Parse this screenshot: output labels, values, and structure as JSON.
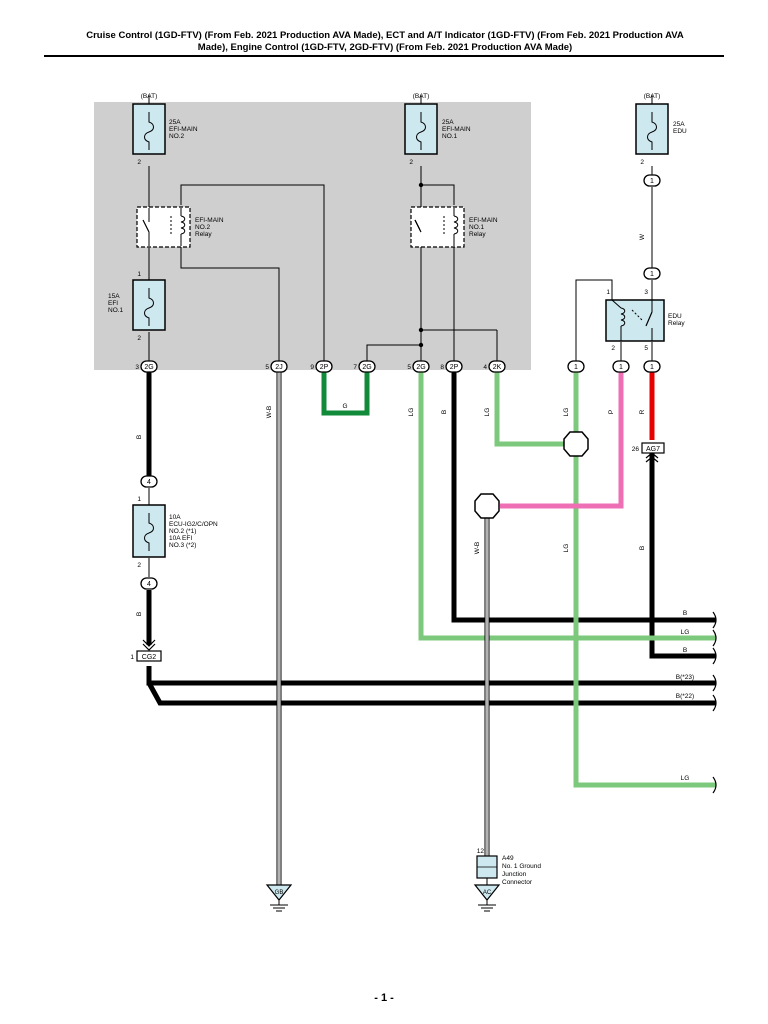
{
  "header": {
    "title_line1": "Cruise Control (1GD-FTV) (From Feb. 2021 Production AVA Made), ECT and A/T Indicator (1GD-FTV) (From Feb. 2021 Production AVA",
    "title_line2": "Made), Engine Control (1GD-FTV, 2GD-FTV) (From Feb. 2021 Production AVA Made)"
  },
  "footer": {
    "page": "- 1 -"
  },
  "colors": {
    "relay_block": "#cfcfcf",
    "fuse_fill": "#cde8ef",
    "wire_black": "#000000",
    "wire_green": "#118a3a",
    "wire_light_green": "#7cc87c",
    "wire_pink": "#ee6fb4",
    "wire_red": "#e60000",
    "wire_white_black": "#ffffff"
  },
  "fuses": {
    "efi_main2": {
      "bat": "(BAT)",
      "rating": "25A",
      "name1": "EFI-MAIN",
      "name2": "NO.2",
      "pin": "2"
    },
    "efi_main1": {
      "bat": "(BAT)",
      "rating": "25A",
      "name1": "EFI-MAIN",
      "name2": "NO.1",
      "pin": "2"
    },
    "edu": {
      "bat": "(BAT)",
      "rating": "25A",
      "name1": "EDU",
      "pin": "2"
    },
    "efi1": {
      "rating": "15A",
      "name1": "EFI",
      "name2": "NO.1",
      "pin_top": "1",
      "pin_bottom": "2"
    },
    "ecu_ig2": {
      "rating": "10A",
      "name1": "ECU-IG2/C/OPN",
      "name2": "NO.2 (*1)",
      "name3": "10A EFI",
      "name4": "NO.3 (*2)",
      "pin_top": "1",
      "pin_bottom": "2"
    }
  },
  "relays": {
    "efi_main2": {
      "name1": "EFI-MAIN",
      "name2": "NO.2",
      "name3": "Relay"
    },
    "efi_main1": {
      "name1": "EFI-MAIN",
      "name2": "NO.1",
      "name3": "Relay"
    },
    "edu": {
      "name1": "EDU",
      "name2": "Relay",
      "pin_1": "1",
      "pin_2": "2",
      "pin_3": "3",
      "pin_5": "5"
    }
  },
  "connectors": [
    {
      "pin": "3",
      "code": "2G"
    },
    {
      "pin": "5",
      "code": "2J"
    },
    {
      "pin": "9",
      "code": "2P"
    },
    {
      "pin": "7",
      "code": "2G"
    },
    {
      "pin": "5",
      "code": "2G"
    },
    {
      "pin": "8",
      "code": "2P"
    },
    {
      "pin": "4",
      "code": "2K"
    }
  ],
  "plain_connectors": {
    "c1": "1",
    "c2": "1",
    "c3": "1",
    "edu_in1": "1",
    "edu_in2": "1",
    "ecu_top": "4",
    "ecu_bottom": "4"
  },
  "junctions": {
    "ag7": {
      "pin": "26",
      "code": "AG7"
    },
    "cg2": {
      "pin": "1",
      "code": "CG2"
    },
    "a49": {
      "pin": "12",
      "code": "A49",
      "line1": "No. 1 Ground",
      "line2": "Junction",
      "line3": "Connector"
    }
  },
  "grounds": {
    "g1": "GB",
    "g2": "AC"
  },
  "wire_labels": {
    "b_main": "B",
    "wb_main": "W-B",
    "g_loop": "G",
    "lg_1": "LG",
    "b_2p": "B",
    "lg_2k": "LG",
    "lg_c1": "LG",
    "p_c2": "P",
    "r_c3": "R",
    "w_edu": "W",
    "b_ecu": "B",
    "wb_a49": "W-B",
    "lg_long": "LG",
    "b_ag7": "B"
  },
  "edge_labels": {
    "e1": "B",
    "e2": "LG",
    "e3": "B",
    "e4": "B(*23)",
    "e5": "B(*22)",
    "e6": "LG"
  }
}
